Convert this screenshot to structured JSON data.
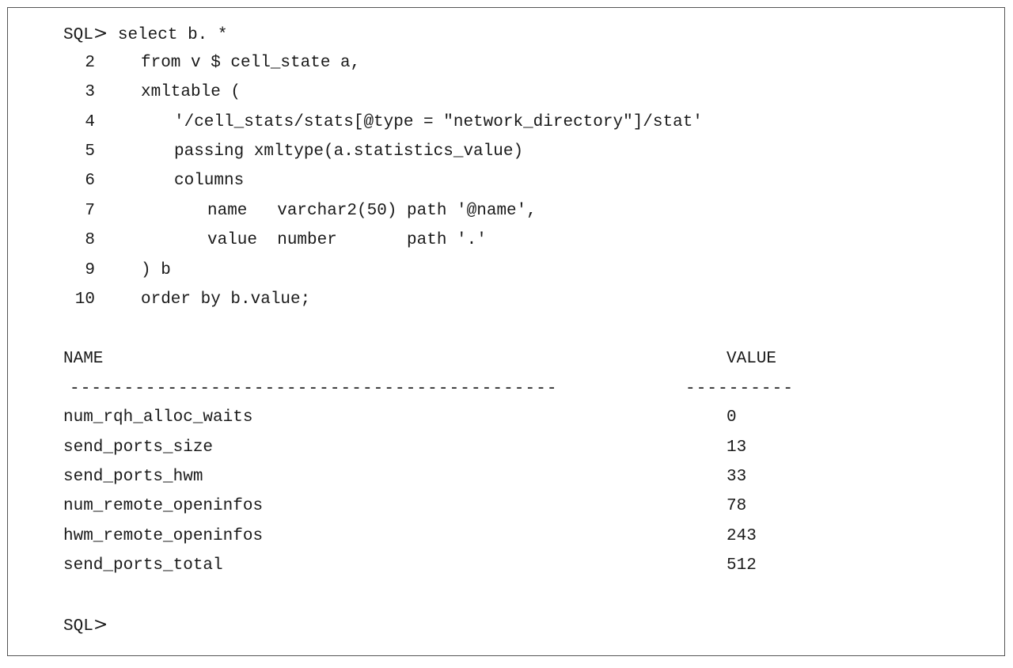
{
  "sql": {
    "prompt_label": "SQL",
    "prompt_symbol": ">",
    "first_line": " select b. *",
    "lines": [
      {
        "num": "2",
        "code": "from v $ cell_state a,"
      },
      {
        "num": "3",
        "code": "xmltable ("
      },
      {
        "num": "4",
        "code": "'/cell_stats/stats[@type = \"network_directory\"]/stat'"
      },
      {
        "num": "5",
        "code": "passing xmltype(a.statistics_value)"
      },
      {
        "num": "6",
        "code": "columns"
      },
      {
        "num": "7",
        "code": "name   varchar2(50) path '@name',"
      },
      {
        "num": "8",
        "code": "value  number       path '.'"
      },
      {
        "num": "9",
        "code": ") b"
      },
      {
        "num": "10",
        "code": "order by b.value;"
      }
    ]
  },
  "result": {
    "col_name_header": "NAME",
    "col_value_header": "VALUE",
    "name_separator": "---------------------------------------------",
    "value_separator": "----------",
    "rows": [
      {
        "name": "num_rqh_alloc_waits",
        "value": "0"
      },
      {
        "name": "send_ports_size",
        "value": "13"
      },
      {
        "name": "send_ports_hwm",
        "value": "33"
      },
      {
        "name": "num_remote_openinfos",
        "value": "78"
      },
      {
        "name": "hwm_remote_openinfos",
        "value": "243"
      },
      {
        "name": "send_ports_total",
        "value": "512"
      }
    ]
  },
  "final_prompt": {
    "label": "SQL",
    "symbol": ">"
  }
}
